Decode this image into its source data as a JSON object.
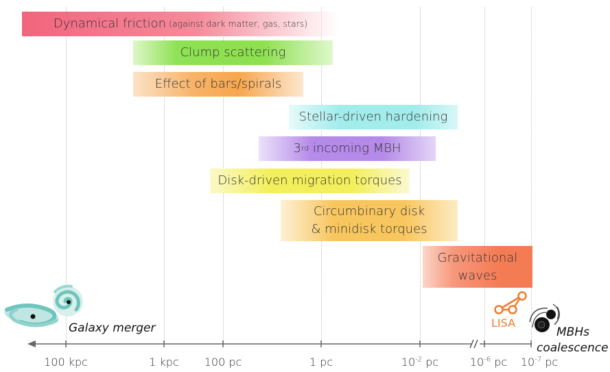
{
  "bars": [
    {
      "id": "dynamical-friction",
      "label": "Dynamical friction",
      "note": "(against dark matter, gas, stars)",
      "color": "#f06e82"
    },
    {
      "id": "clump-scattering",
      "label": "Clump scattering",
      "color": "#8de04f"
    },
    {
      "id": "bars-spirals",
      "label": "Effect of bars/spirals",
      "color": "#f7a64d"
    },
    {
      "id": "stellar-hardening",
      "label": "Stellar-driven hardening",
      "color": "#a3ecec"
    },
    {
      "id": "third-mbh",
      "label_pre": "3",
      "label_sup": "rd",
      "label_post": " incoming MBH",
      "color": "#b58ae8"
    },
    {
      "id": "disk-migration",
      "label": "Disk-driven migration torques",
      "color": "#f3ef5c"
    },
    {
      "id": "circumbinary",
      "label_line1": "Circumbinary disk",
      "label_line2": "& minidisk torques",
      "color": "#f8c65e"
    },
    {
      "id": "gravitational-waves",
      "label_line1": "Gravitational",
      "label_line2": "waves",
      "color": "#f47c55"
    }
  ],
  "axis": {
    "ticks": [
      {
        "text": "100 kpc"
      },
      {
        "text": "1 kpc"
      },
      {
        "text": "100 pc"
      },
      {
        "text": "1 pc"
      },
      {
        "base": "10",
        "exp": "-2",
        "unit": " pc"
      },
      {
        "base": "10",
        "exp": "-6",
        "unit": " pc"
      },
      {
        "base": "10",
        "exp": "-7",
        "unit": " pc"
      }
    ],
    "break_symbol": "//"
  },
  "labels": {
    "galaxy_merger": "Galaxy merger",
    "lisa": "LISA",
    "coalescence_line1": "MBHs",
    "coalescence_line2": "coalescence"
  }
}
